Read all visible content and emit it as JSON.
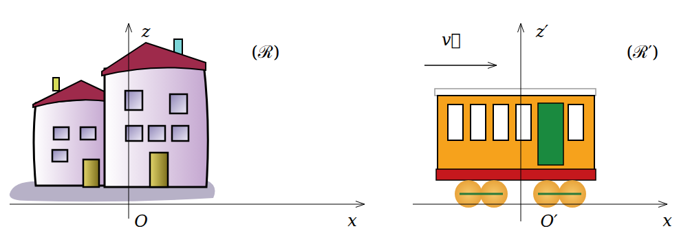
{
  "diagram": {
    "labels": [
      "z",
      "(ℛ)",
      "x",
      "O",
      "v⃗",
      "z′",
      "(ℛ′)",
      "x",
      "O′"
    ]
  }
}
